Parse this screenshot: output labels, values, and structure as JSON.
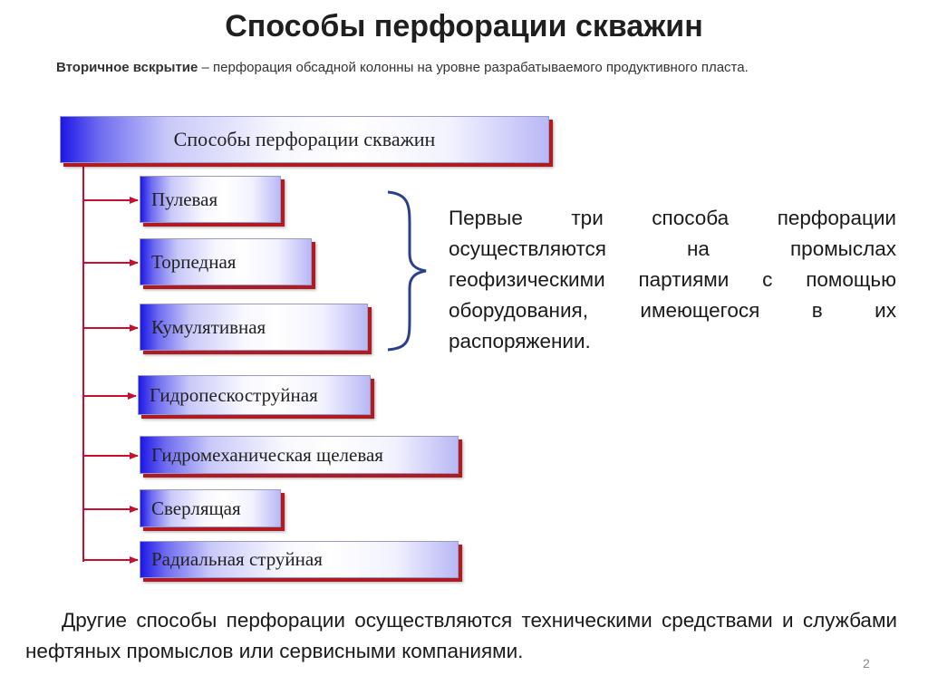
{
  "title": "Способы перфорации скважин",
  "subtitle": {
    "term": "Вторичное вскрытие",
    "definition": " – перфорация обсадной колонны на уровне разрабатываемого продуктивного пласта."
  },
  "diagram": {
    "root": "Способы перфорации скважин",
    "methods": [
      "Пулевая",
      "Торпедная",
      "Кумулятивная",
      "Гидропескоструйная",
      "Гидромеханическая щелевая",
      "Сверлящая",
      "Радиальная струйная"
    ]
  },
  "note": "Первые три способа перфорации осуществляются на промыслах геофизическими партиями с помощью оборудования, имеющегося в их распоряжении.",
  "footer": "Другие способы перфорации осуществляются техническими средствами и службами нефтяных промыслов или сервисными компаниями.",
  "page_number": "2",
  "colors": {
    "connector": "#c8102e",
    "brace": "#2b3f8c",
    "box_accent": "#1d17e6",
    "box_shadow": "#b01a22"
  }
}
